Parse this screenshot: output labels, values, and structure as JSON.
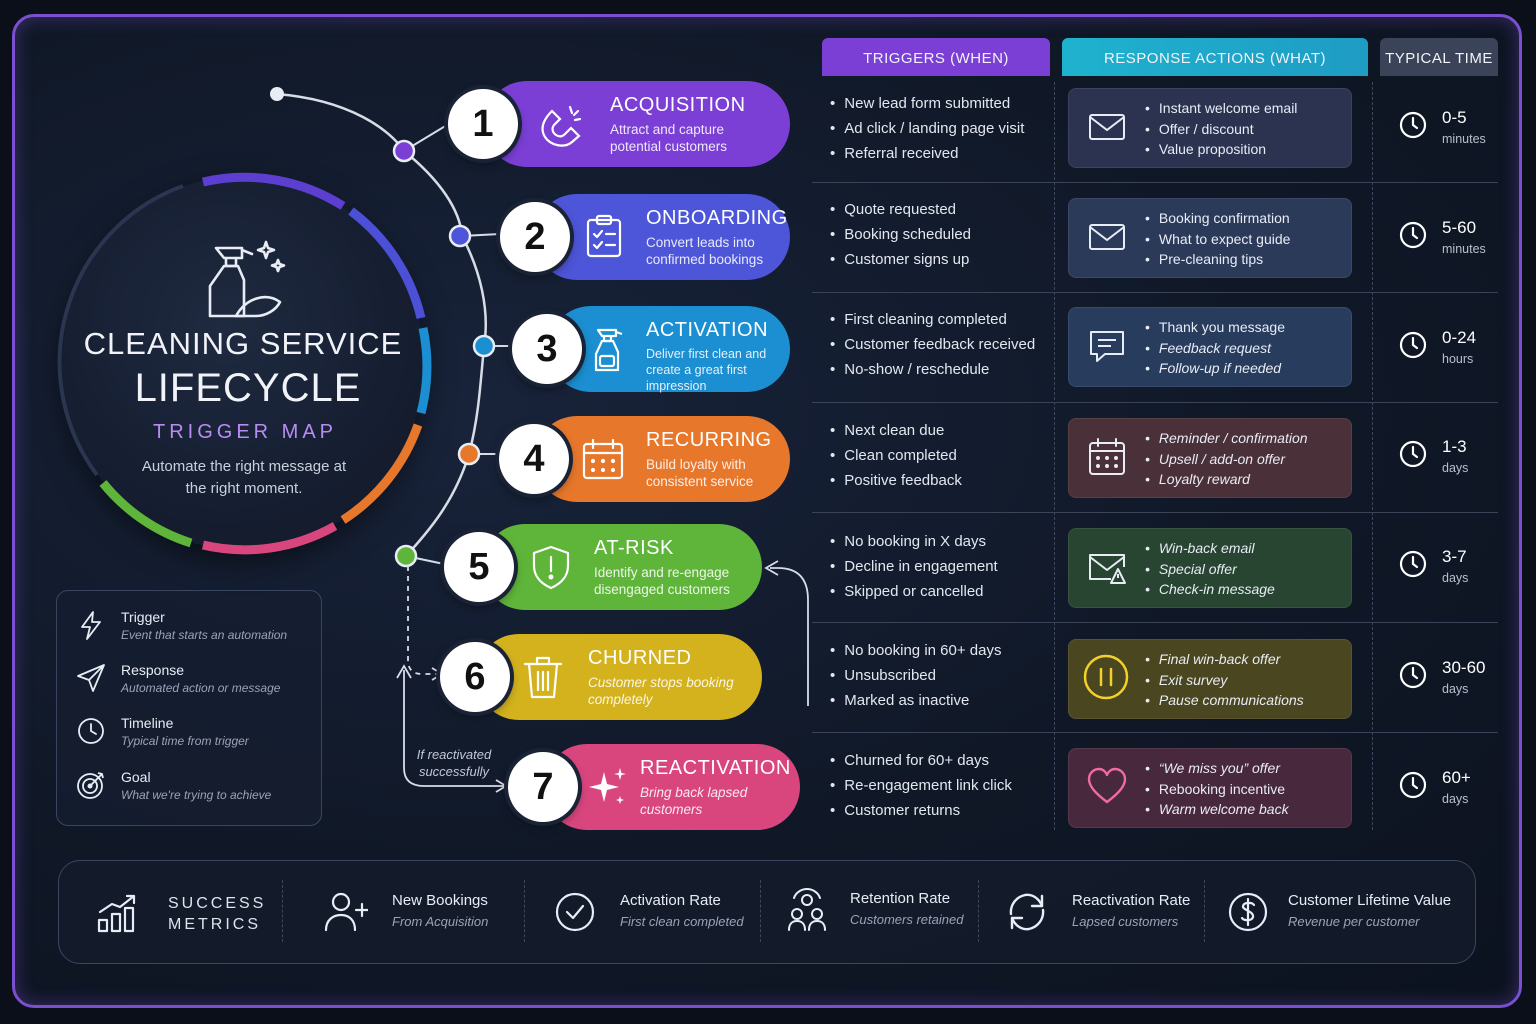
{
  "hero": {
    "title_line1": "CLEANING SERVICE",
    "title_line2": "LIFECYCLE",
    "subtitle": "TRIGGER MAP",
    "tagline": "Automate the right message at the right moment."
  },
  "legend": [
    {
      "title": "Trigger",
      "desc": "Event that starts an automation",
      "icon": "lightning-icon"
    },
    {
      "title": "Response",
      "desc": "Automated action or message",
      "icon": "paper-plane-icon"
    },
    {
      "title": "Timeline",
      "desc": "Typical time from trigger",
      "icon": "clock-icon"
    },
    {
      "title": "Goal",
      "desc": "What we're trying to achieve",
      "icon": "target-icon"
    }
  ],
  "columns": {
    "triggers": "TRIGGERS (WHEN)",
    "responses": "RESPONSE ACTIONS (WHAT)",
    "time": "TYPICAL TIME"
  },
  "stages": [
    {
      "num": "1",
      "title": "ACQUISITION",
      "desc": "Attract and capture potential customers",
      "color": "#7b3fd6",
      "triggers": [
        "New lead form submitted",
        "Ad click / landing page visit",
        "Referral received"
      ],
      "responses": [
        "Instant welcome email",
        "Offer / discount",
        "Value proposition"
      ],
      "response_icon": "envelope-icon",
      "time_value": "0-5",
      "time_unit": "minutes"
    },
    {
      "num": "2",
      "title": "ONBOARDING",
      "desc": "Convert leads into confirmed bookings",
      "color": "#4d55d8",
      "triggers": [
        "Quote requested",
        "Booking scheduled",
        "Customer signs up"
      ],
      "responses": [
        "Booking confirmation",
        "What to expect guide",
        "Pre-cleaning tips"
      ],
      "response_icon": "envelope-icon",
      "time_value": "5-60",
      "time_unit": "minutes"
    },
    {
      "num": "3",
      "title": "ACTIVATION",
      "desc": "Deliver first clean and create a great first impression",
      "color": "#1b8fd1",
      "triggers": [
        "First cleaning completed",
        "Customer feedback received",
        "No-show / reschedule"
      ],
      "responses": [
        "Thank you message",
        "Feedback request",
        "Follow-up if needed"
      ],
      "response_icon": "chat-icon",
      "time_value": "0-24",
      "time_unit": "hours"
    },
    {
      "num": "4",
      "title": "RECURRING",
      "desc": "Build loyalty with consistent service",
      "color": "#e7772a",
      "triggers": [
        "Next clean due",
        "Clean completed",
        "Positive feedback"
      ],
      "responses": [
        "Reminder / confirmation",
        "Upsell / add-on offer",
        "Loyalty reward"
      ],
      "response_icon": "calendar-icon",
      "time_value": "1-3",
      "time_unit": "days"
    },
    {
      "num": "5",
      "title": "AT-RISK",
      "desc": "Identify and re-engage disengaged customers",
      "color": "#5fb53a",
      "triggers": [
        "No booking in X days",
        "Decline in engagement",
        "Skipped or cancelled"
      ],
      "responses": [
        "Win-back email",
        "Special offer",
        "Check-in message"
      ],
      "response_icon": "envelope-warning-icon",
      "time_value": "3-7",
      "time_unit": "days"
    },
    {
      "num": "6",
      "title": "CHURNED",
      "desc": "Customer stops booking completely",
      "color": "#d4b21d",
      "triggers": [
        "No booking in 60+ days",
        "Unsubscribed",
        "Marked as inactive"
      ],
      "responses": [
        "Final win-back offer",
        "Exit survey",
        "Pause communications"
      ],
      "response_icon": "pause-icon",
      "time_value": "30-60",
      "time_unit": "days"
    },
    {
      "num": "7",
      "title": "REACTIVATION",
      "desc": "Bring back lapsed customers",
      "color": "#d9467e",
      "triggers": [
        "Churned for 60+ days",
        "Re-engagement link click",
        "Customer returns"
      ],
      "responses": [
        "“We miss you” offer",
        "Rebooking incentive",
        "Warm welcome back"
      ],
      "response_icon": "heart-icon",
      "time_value": "60+",
      "time_unit": "days"
    }
  ],
  "reactivation_note": "If reactivated successfully",
  "metrics": {
    "label_line1": "SUCCESS",
    "label_line2": "METRICS",
    "items": [
      {
        "title": "New Bookings",
        "desc": "From Acquisition",
        "icon": "add-user-icon"
      },
      {
        "title": "Activation Rate",
        "desc": "First clean completed",
        "icon": "check-circle-icon"
      },
      {
        "title": "Retention Rate",
        "desc": "Customers retained",
        "icon": "users-icon"
      },
      {
        "title": "Reactivation Rate",
        "desc": "Lapsed customers",
        "icon": "refresh-icon"
      },
      {
        "title": "Customer Lifetime Value",
        "desc": "Revenue per customer",
        "icon": "dollar-icon"
      }
    ]
  }
}
